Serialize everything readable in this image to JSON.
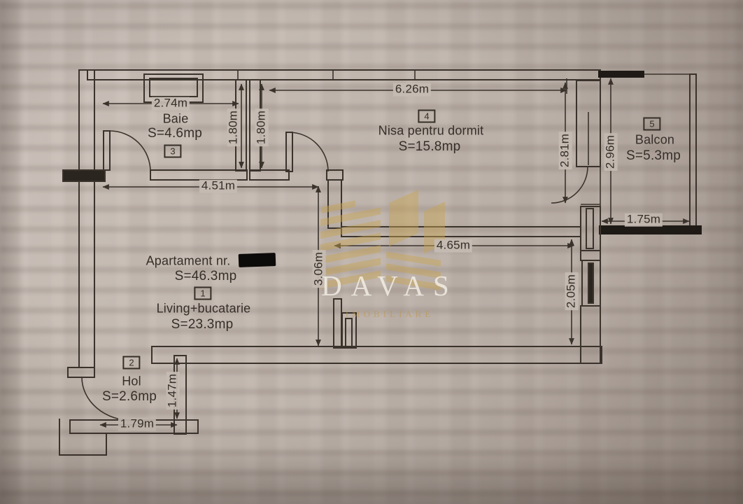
{
  "watermark": {
    "brand": "DAVAS",
    "subtitle": "IMOBILIARE",
    "gold": "#c9a452",
    "light": "#f6f2e9"
  },
  "apartment": {
    "title_prefix": "Apartament nr.",
    "number_redacted": true,
    "total_area": "S=46.3mp"
  },
  "rooms": [
    {
      "number": "1",
      "name": "Living+bucatarie",
      "area": "S=23.3mp"
    },
    {
      "number": "2",
      "name": "Hol",
      "area": "S=2.6mp"
    },
    {
      "number": "3",
      "name": "Baie",
      "area": "S=4.6mp"
    },
    {
      "number": "4",
      "name": "Nisa pentru dormit",
      "area": "S=15.8mp"
    },
    {
      "number": "5",
      "name": "Balcon",
      "area": "S=5.3mp"
    }
  ],
  "dimensions": {
    "baie_width": "2.74m",
    "baie_height": "1.80m",
    "nisa_left_height": "1.80m",
    "nisa_width": "6.26m",
    "nisa_right_height": "2.81m",
    "balcon_height": "2.96m",
    "living_width": "4.51m",
    "balcon_width": "1.75m",
    "kitchen_nook_width": "4.65m",
    "living_height": "3.06m",
    "kitchen_nook_height": "2.05m",
    "hol_height": "1.47m",
    "hol_width": "1.79m"
  },
  "colors": {
    "paper": "#c1b7af",
    "ink": "#3a332c"
  }
}
